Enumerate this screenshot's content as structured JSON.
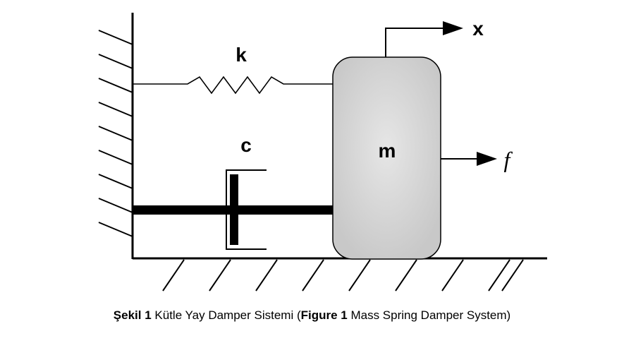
{
  "labels": {
    "spring": "k",
    "damper": "c",
    "mass": "m",
    "displacement": "x",
    "force": "f"
  },
  "caption": {
    "tr_bold": "Şekil 1",
    "tr_text": " Kütle Yay Damper Sistemi (",
    "en_bold": "Figure 1",
    "en_text": " Mass Spring Damper System)"
  },
  "colors": {
    "line": "#000000",
    "mass_fill": "#d0d0d0",
    "mass_fill_light": "#e6e6e6"
  }
}
